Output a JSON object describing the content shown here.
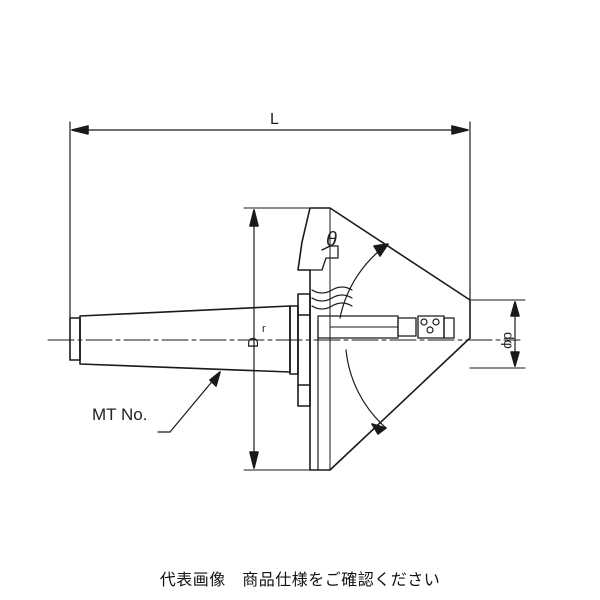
{
  "labels": {
    "length": "L",
    "diameter": "D",
    "diameter_sub": "r",
    "angle": "θ",
    "small_diameter": "dφ",
    "taper": "MT No."
  },
  "caption": "代表画像　商品仕様をご確認ください",
  "colors": {
    "line": "#1a1a1a",
    "background": "#ffffff"
  }
}
